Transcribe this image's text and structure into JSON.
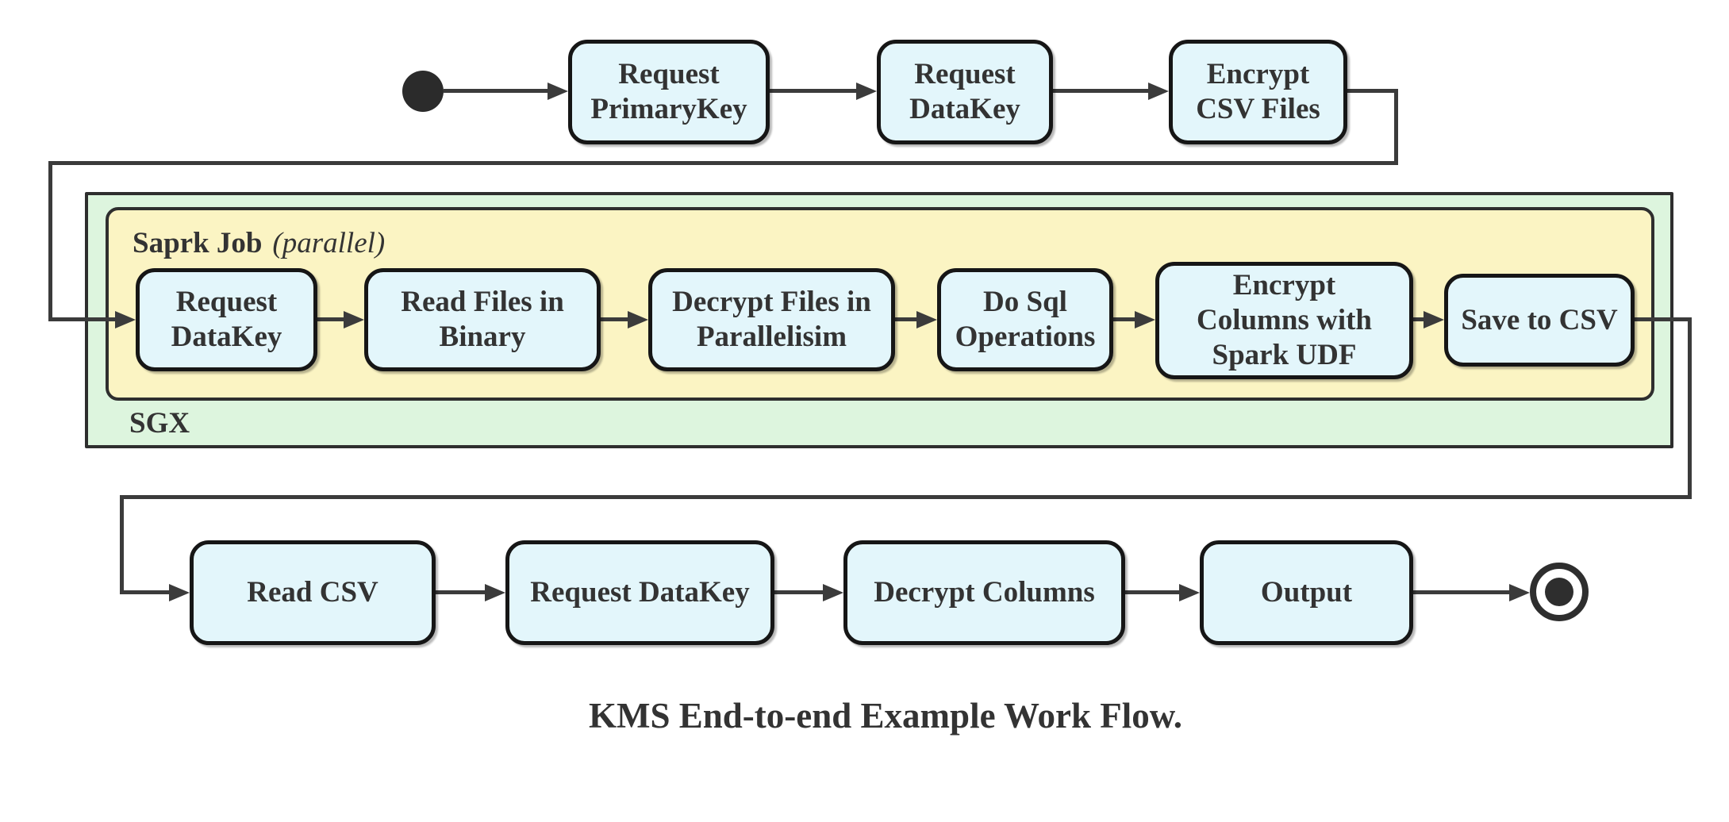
{
  "diagram": {
    "type": "activity-flow",
    "caption": "KMS End-to-end Example Work Flow.",
    "colors": {
      "node_fill": "#e3f6fb",
      "node_border": "#161616",
      "edge": "#3b3b3b",
      "text": "#333333",
      "sgx_fill": "#ddf5de",
      "spark_fill": "#fbf4c3",
      "container_border": "#2e2e2e"
    },
    "top_flow": {
      "nodes": [
        {
          "label": "Request\nPrimaryKey"
        },
        {
          "label": "Request\nDataKey"
        },
        {
          "label": "Encrypt\nCSV Files"
        }
      ]
    },
    "sgx_container": {
      "label": "SGX"
    },
    "spark_container": {
      "label": "Saprk Job",
      "label_qualifier": "(parallel)"
    },
    "spark_flow": {
      "nodes": [
        {
          "label": "Request\nDataKey"
        },
        {
          "label": "Read Files in\nBinary"
        },
        {
          "label": "Decrypt Files in\nParallelisim"
        },
        {
          "label": "Do Sql\nOperations"
        },
        {
          "label": "Encrypt\nColumns with\nSpark UDF"
        },
        {
          "label": "Save to CSV"
        }
      ]
    },
    "bottom_flow": {
      "nodes": [
        {
          "label": "Read CSV"
        },
        {
          "label": "Request DataKey"
        },
        {
          "label": "Decrypt Columns"
        },
        {
          "label": "Output"
        }
      ]
    }
  }
}
